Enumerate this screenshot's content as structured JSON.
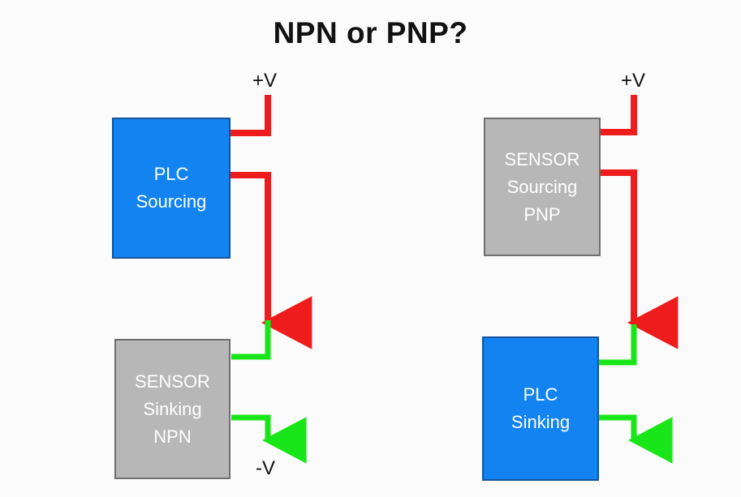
{
  "page": {
    "title": "NPN or PNP?",
    "background_color": "#fbfbfb"
  },
  "colors": {
    "plc_fill": "#1383f2",
    "plc_border": "#16539e",
    "sensor_fill": "#b7b7b7",
    "sensor_border": "#6e6e6e",
    "power_wire": "#ee1c1c",
    "signal_wire": "#19e619",
    "text_on_block": "#ffffff",
    "label_text": "#111111"
  },
  "diagrams": {
    "left": {
      "name": "PLC Sourcing with NPN Sinking Sensor",
      "top_block": {
        "type": "plc",
        "lines": [
          "PLC",
          "Sourcing"
        ],
        "line1": "PLC",
        "line2": "Sourcing"
      },
      "bottom_block": {
        "type": "sensor",
        "lines": [
          "SENSOR",
          "Sinking",
          "NPN"
        ],
        "line1": "SENSOR",
        "line2": "Sinking",
        "line3": "NPN"
      },
      "rail_top_label": "+V",
      "rail_bottom_label": "-V",
      "wires": [
        {
          "name": "supply-wire",
          "color": "#ee1c1c",
          "from": "plc-top-terminal",
          "to": "+V rail"
        },
        {
          "name": "signal-wire-red",
          "color": "#ee1c1c",
          "from": "plc-signal-terminal",
          "to": "sensor-top-terminal",
          "arrow": "down"
        },
        {
          "name": "sensor-return-wire",
          "color": "#19e619",
          "from": "sensor-top-terminal",
          "to": "junction"
        },
        {
          "name": "sensor-ground-wire",
          "color": "#19e619",
          "from": "sensor-bottom-terminal",
          "to": "-V rail",
          "arrow": "down"
        }
      ]
    },
    "right": {
      "name": "PNP Sourcing Sensor with PLC Sinking",
      "top_block": {
        "type": "sensor",
        "lines": [
          "SENSOR",
          "Sourcing",
          "PNP"
        ],
        "line1": "SENSOR",
        "line2": "Sourcing",
        "line3": "PNP"
      },
      "bottom_block": {
        "type": "plc",
        "lines": [
          "PLC",
          "Sinking"
        ],
        "line1": "PLC",
        "line2": "Sinking"
      },
      "rail_top_label": "+V",
      "rail_bottom_label": "",
      "wires": [
        {
          "name": "supply-wire",
          "color": "#ee1c1c",
          "from": "sensor-top-terminal",
          "to": "+V rail"
        },
        {
          "name": "signal-wire-red",
          "color": "#ee1c1c",
          "from": "sensor-signal-terminal",
          "to": "plc-top-terminal",
          "arrow": "down"
        },
        {
          "name": "plc-return-wire",
          "color": "#19e619",
          "from": "plc-top-terminal",
          "to": "junction"
        },
        {
          "name": "plc-ground-wire",
          "color": "#19e619",
          "from": "plc-bottom-terminal",
          "to": "ground",
          "arrow": "down"
        }
      ]
    }
  }
}
